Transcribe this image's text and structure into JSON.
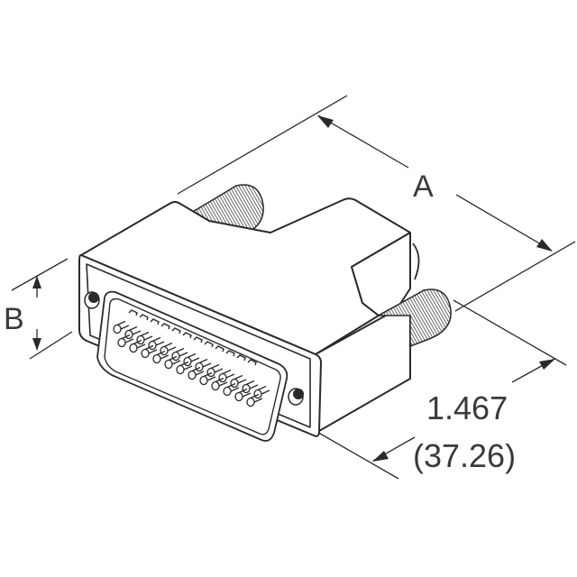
{
  "figure": {
    "type": "isometric connector outline drawing",
    "subject": "D-sub 25-pin male connector with backshell and thumbscrews"
  },
  "dimensions": {
    "a": {
      "label": "A"
    },
    "b": {
      "label": "B"
    },
    "depth": {
      "value_in": "1.467",
      "value_mm": "(37.26)"
    }
  },
  "colors": {
    "line": "#2a2a2a",
    "text": "#3a3a3a",
    "background": "#ffffff"
  },
  "connector": {
    "pin_rows": 2,
    "top_row_pins": 13,
    "bottom_row_pins": 12,
    "socket_marks": 11
  }
}
